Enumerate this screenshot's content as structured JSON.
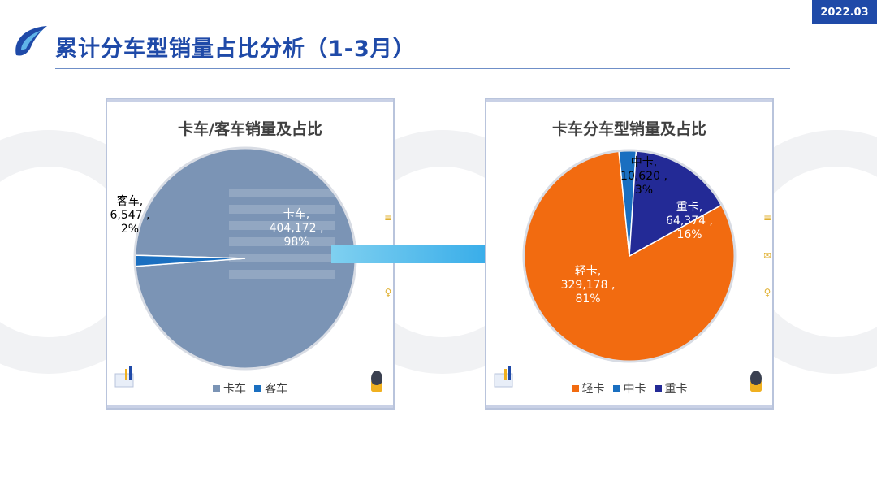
{
  "date_badge": "2022.03",
  "page_title": "累计分车型销量占比分析（1-3月）",
  "colors": {
    "brand_blue": "#1f4aa8",
    "truck_gray": "#7b94b5",
    "bus_blue": "#1a6fc0",
    "light_orange": "#f26b10",
    "medium_blue": "#1a6fc0",
    "heavy_navy": "#232a96"
  },
  "chart_data": [
    {
      "type": "pie",
      "title": "卡车/客车销量及占比",
      "categories": [
        "卡车",
        "客车"
      ],
      "values": [
        404172,
        6547
      ],
      "percents": [
        98,
        2
      ],
      "labels": [
        {
          "name": "卡车,",
          "value": "404,172 ,",
          "percent": "98%"
        },
        {
          "name": "客车,",
          "value": "6,547 ,",
          "percent": "2%"
        }
      ],
      "legend": [
        "卡车",
        "客车"
      ],
      "legend_position": "bottom"
    },
    {
      "type": "pie",
      "title": "卡车分车型销量及占比",
      "categories": [
        "轻卡",
        "中卡",
        "重卡"
      ],
      "values": [
        329178,
        10620,
        64374
      ],
      "percents": [
        81,
        3,
        16
      ],
      "labels": [
        {
          "name": "轻卡,",
          "value": "329,178 ,",
          "percent": "81%"
        },
        {
          "name": "中卡,",
          "value": "10,620 ,",
          "percent": "3%"
        },
        {
          "name": "重卡,",
          "value": "64,374 ,",
          "percent": "16%"
        }
      ],
      "legend": [
        "轻卡",
        "中卡",
        "重卡"
      ],
      "legend_position": "bottom"
    }
  ]
}
